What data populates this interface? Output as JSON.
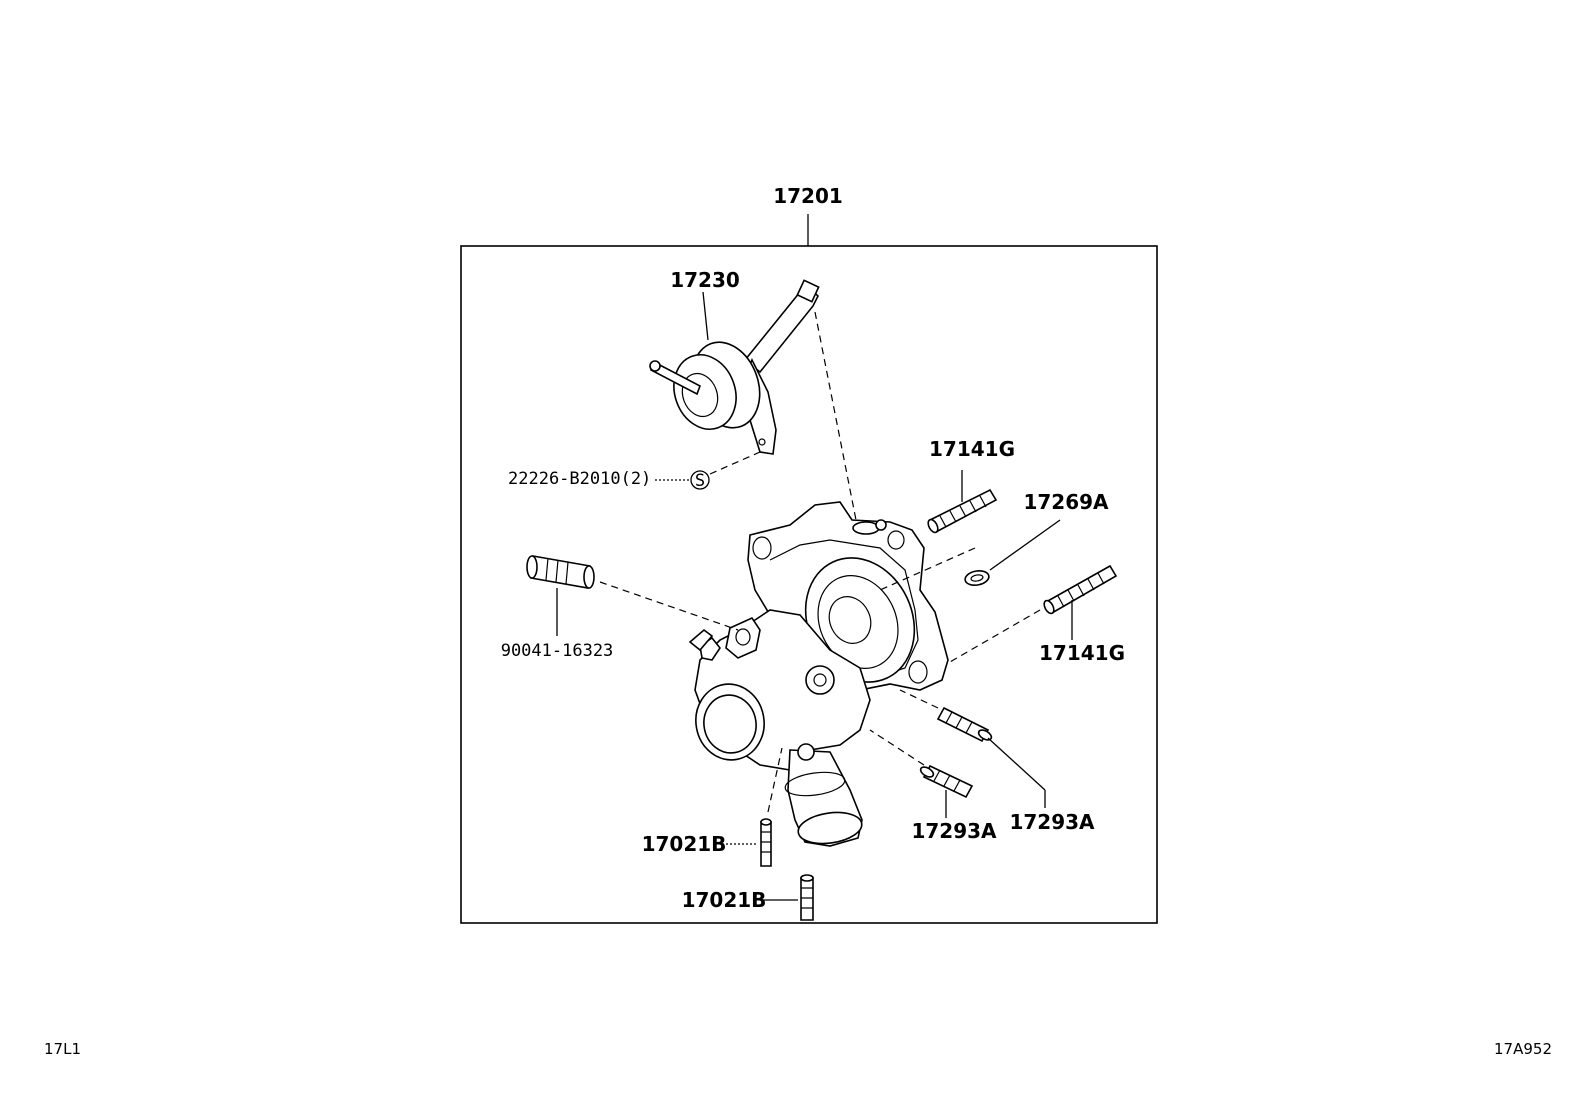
{
  "diagram": {
    "assembly_label": "17201",
    "labels": {
      "actuator": "17230",
      "screw": "22226-B2010(2)",
      "screw_symbol": "S",
      "stud_upper": "17141G",
      "ring": "17269A",
      "stud_right": "17141G",
      "pin": "90041-16323",
      "stud_bottom_left_1": "17021B",
      "stud_bottom_left_2": "17021B",
      "stud_bottom_mid": "17293A",
      "stud_bottom_right": "17293A"
    }
  },
  "footer": {
    "left_code": "17L1",
    "right_code": "17A952"
  }
}
